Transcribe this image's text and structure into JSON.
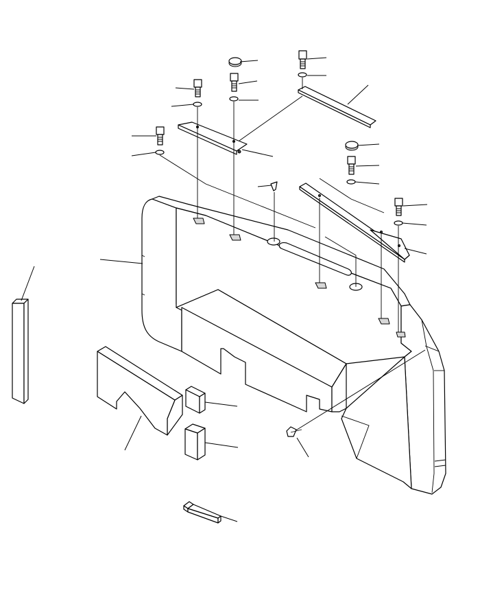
{
  "diagram": {
    "type": "exploded-parts-view",
    "callouts": [
      {
        "target": "blank-pad-upper"
      },
      {
        "target": "bolt-upper-right"
      },
      {
        "target": "washer-upper-right"
      },
      {
        "target": "angle-bracket-upper-right"
      },
      {
        "target": "bolt-upper-middle"
      },
      {
        "target": "washer-upper-middle"
      },
      {
        "target": "bolt-upper-left"
      },
      {
        "target": "washer-upper-left"
      },
      {
        "target": "cover-plate-left"
      },
      {
        "target": "bolt-left"
      },
      {
        "target": "washer-left"
      },
      {
        "target": "blank-pad-right"
      },
      {
        "target": "bolt-right-middle"
      },
      {
        "target": "washer-right-middle"
      },
      {
        "target": "clip"
      },
      {
        "target": "bolt-right"
      },
      {
        "target": "washer-right"
      },
      {
        "target": "bracket-right"
      },
      {
        "target": "counterweight-body"
      },
      {
        "target": "bar"
      },
      {
        "target": "block-small-upper"
      },
      {
        "target": "block-small-lower"
      },
      {
        "target": "plug"
      },
      {
        "target": "hook-plate"
      }
    ]
  }
}
